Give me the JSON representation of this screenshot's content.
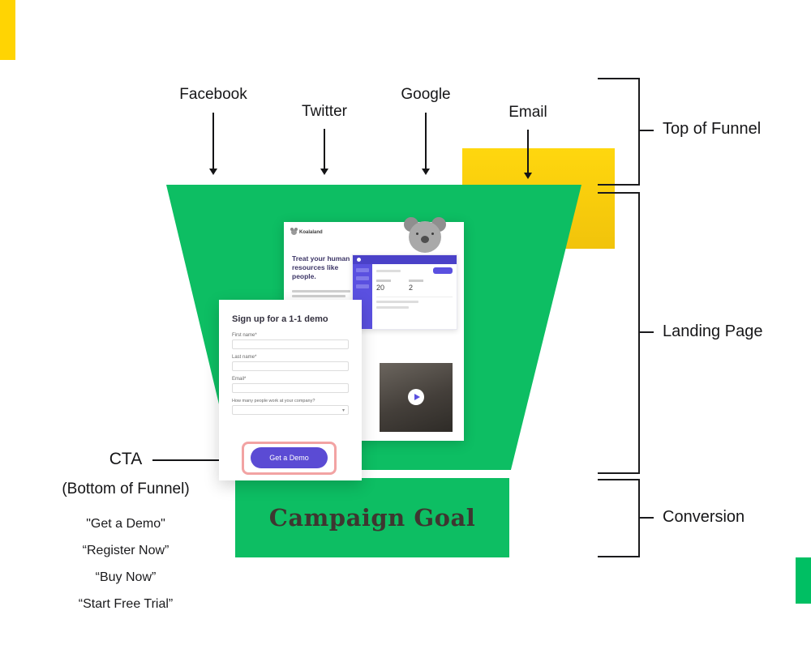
{
  "colors": {
    "funnel_green": "#0DBE63",
    "accent_yellow": "#FFD403",
    "accent_green": "#00BF63",
    "button_purple": "#5B4BD4",
    "dashboard_purple": "#5A50E0",
    "highlight_pink": "#F2A3A3"
  },
  "sources": [
    {
      "label": "Facebook"
    },
    {
      "label": "Twitter"
    },
    {
      "label": "Google"
    },
    {
      "label": "Email"
    }
  ],
  "stages": [
    {
      "label": "Top of Funnel"
    },
    {
      "label": "Landing Page"
    },
    {
      "label": "Conversion"
    }
  ],
  "cta_annotation": {
    "title": "CTA",
    "subtitle": "(Bottom of Funnel)",
    "examples": [
      "\"Get a Demo\"",
      "“Register Now”",
      "“Buy Now”",
      "“Start Free Trial”"
    ]
  },
  "funnel": {
    "goal_label": "Campaign Goal"
  },
  "landing_page": {
    "brand": "Koalaland",
    "headline": "Treat your human resources like people.",
    "dashboard": {
      "stat1": "20",
      "stat2": "2"
    }
  },
  "form": {
    "title": "Sign up for a 1-1 demo",
    "fields": [
      {
        "label": "First name*"
      },
      {
        "label": "Last name*"
      },
      {
        "label": "Email*"
      },
      {
        "label": "How many people work at your company?"
      }
    ],
    "submit_label": "Get a Demo"
  }
}
